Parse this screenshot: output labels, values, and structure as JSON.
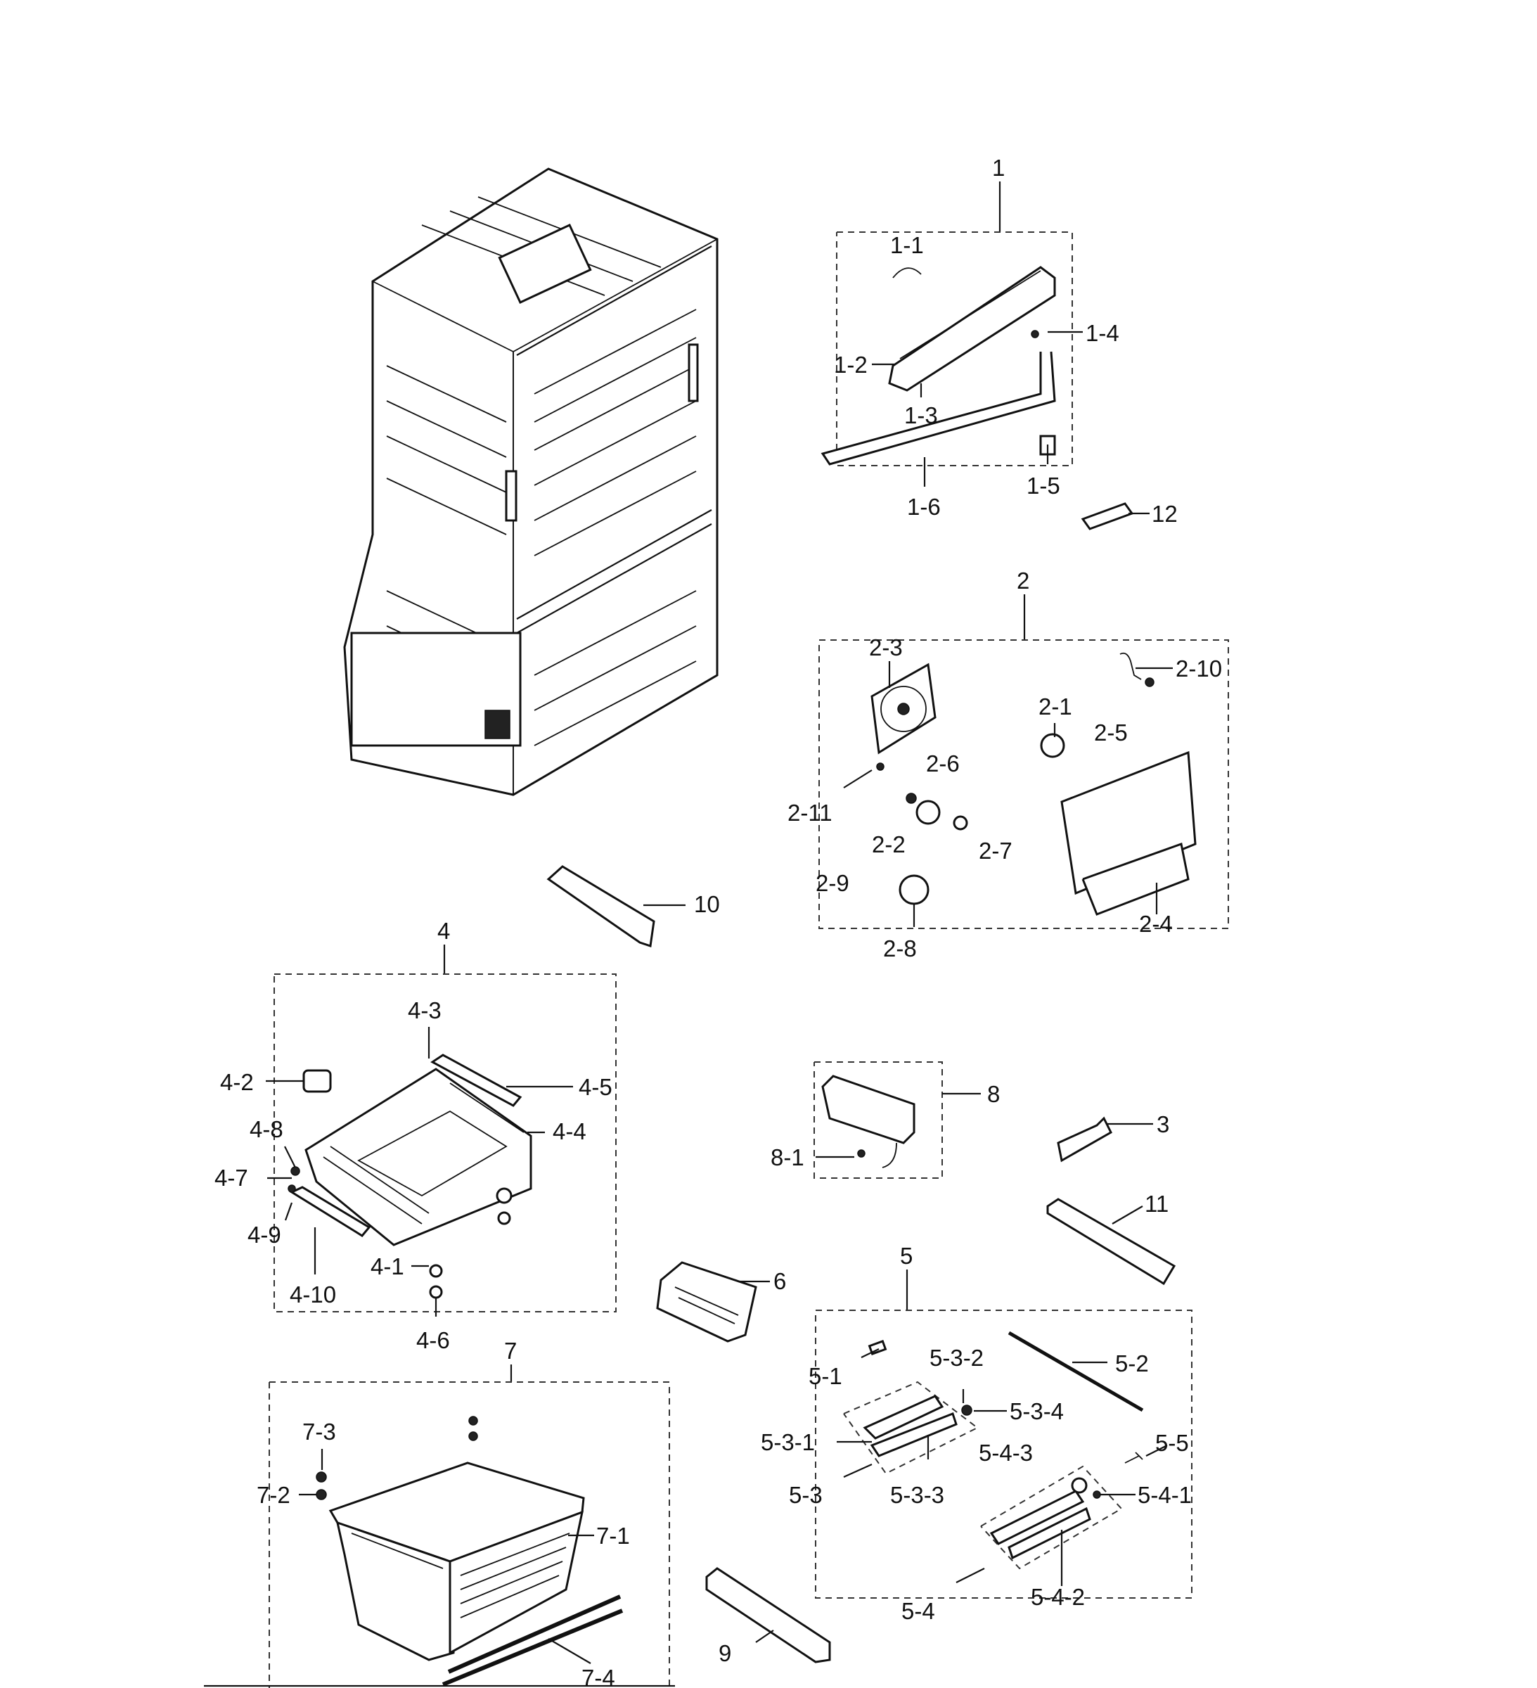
{
  "labels": {
    "l1": "1",
    "l1_1": "1-1",
    "l1_2": "1-2",
    "l1_3": "1-3",
    "l1_4": "1-4",
    "l1_5": "1-5",
    "l1_6": "1-6",
    "l12": "12",
    "l2": "2",
    "l2_1": "2-1",
    "l2_2": "2-2",
    "l2_3": "2-3",
    "l2_4": "2-4",
    "l2_5": "2-5",
    "l2_6": "2-6",
    "l2_7": "2-7",
    "l2_8": "2-8",
    "l2_9": "2-9",
    "l2_10": "2-10",
    "l2_11": "2-11",
    "l10": "10",
    "l4": "4",
    "l4_1": "4-1",
    "l4_2": "4-2",
    "l4_3": "4-3",
    "l4_4": "4-4",
    "l4_5": "4-5",
    "l4_6": "4-6",
    "l4_7": "4-7",
    "l4_8": "4-8",
    "l4_9": "4-9",
    "l4_10": "4-10",
    "l8": "8",
    "l8_1": "8-1",
    "l3": "3",
    "l11": "11",
    "l6": "6",
    "l5": "5",
    "l5_1": "5-1",
    "l5_2": "5-2",
    "l5_3": "5-3",
    "l5_3_1": "5-3-1",
    "l5_3_2": "5-3-2",
    "l5_3_3": "5-3-3",
    "l5_3_4": "5-3-4",
    "l5_4": "5-4",
    "l5_4_1": "5-4-1",
    "l5_4_2": "5-4-2",
    "l5_4_3": "5-4-3",
    "l5_5": "5-5",
    "l7": "7",
    "l7_1": "7-1",
    "l7_2": "7-2",
    "l7_3": "7-3",
    "l7_4": "7-4",
    "l9": "9"
  }
}
